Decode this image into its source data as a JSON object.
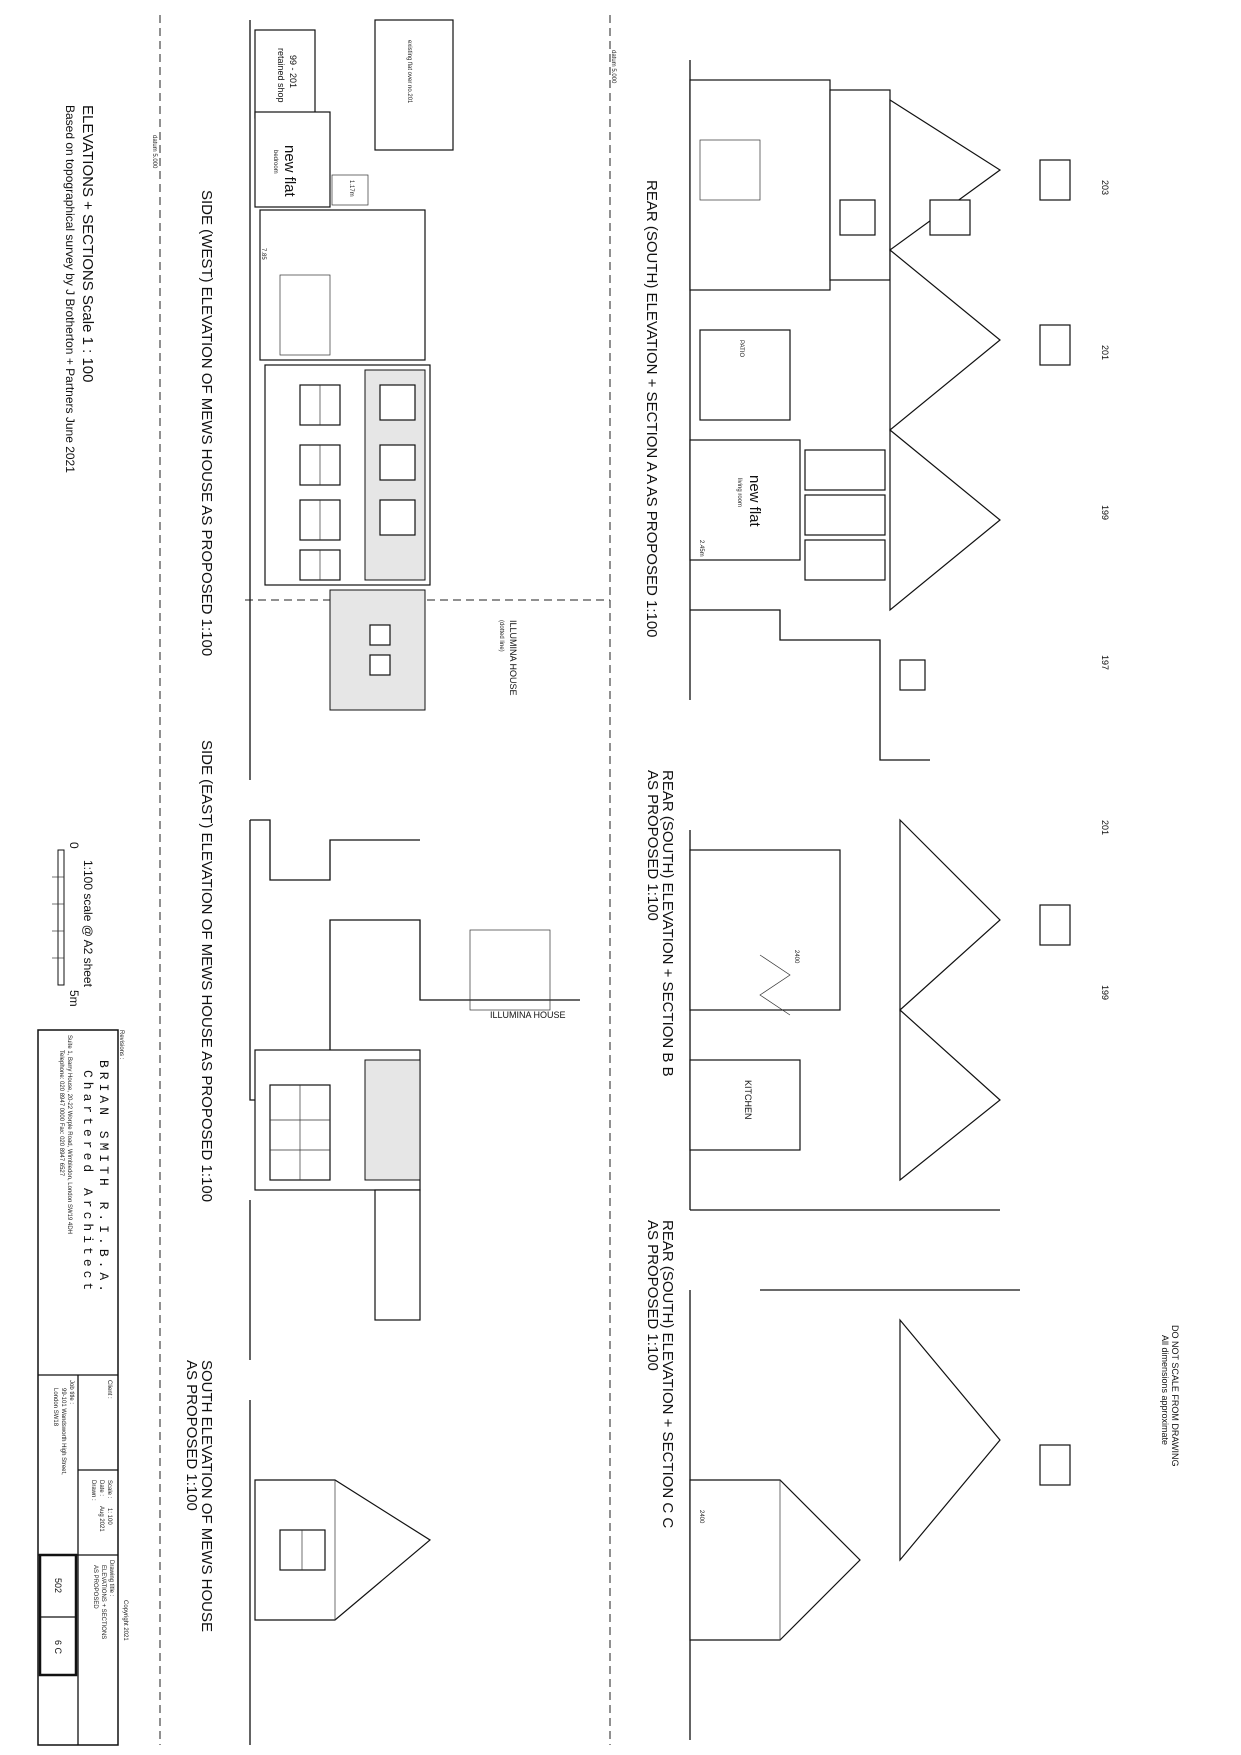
{
  "sheet": {
    "heading": "ELEVATIONS + SECTIONS  Scale 1 : 100",
    "survey_note": "Based on topographical survey by J Brotherton + Partners June 2021",
    "datum_label": "datum 5.000",
    "warning_line1": "DO NOT SCALE FROM DRAWING",
    "warning_line2": "All dimensions approximate"
  },
  "views": {
    "side_west": "SIDE (WEST) ELEVATION OF MEWS HOUSE  AS PROPOSED   1:100",
    "side_east": "SIDE (EAST) ELEVATION OF MEWS HOUSE  AS PROPOSED   1:100",
    "south_mews_line1": "SOUTH ELEVATION OF MEWS HOUSE",
    "south_mews_line2": "AS PROPOSED   1:100",
    "rear_aa": "REAR (SOUTH) ELEVATION + SECTION A A  AS PROPOSED   1:100",
    "rear_bb_line1": "REAR (SOUTH) ELEVATION + SECTION B B",
    "rear_bb_line2": "AS PROPOSED   1:100",
    "rear_cc_line1": "REAR (SOUTH) ELEVATION + SECTION C C",
    "rear_cc_line2": "AS PROPOSED   1:100"
  },
  "labels": {
    "illumina_house": "ILLUMINA HOUSE",
    "illumina_dotted": "(dotted line)",
    "retained_shop_1": "99 - 201",
    "retained_shop_2": "retained shop",
    "existing_flat": "existing flat over no.201",
    "new_flat": "new flat",
    "bedroom": "bedroom",
    "living_room": "living room",
    "kitchen": "KITCHEN",
    "patio": "PATIO",
    "dim_117": "1.17m",
    "dim_245": "2.45m",
    "dim_2400a": "2400",
    "dim_2400b": "2400",
    "dim_785": "7.85"
  },
  "house_numbers": [
    "203",
    "201",
    "199",
    "197",
    "201",
    "199"
  ],
  "scale_bar": {
    "zero": "0",
    "end": "5m",
    "caption": "1:100 scale @ A2 sheet"
  },
  "title_block": {
    "revisions_label": "Revisions :",
    "architect_name": "BRIAN SMITH R.I.B.A.",
    "architect_title": "Chartered Architect",
    "address": "Suite 1, Barry House, 20-22 Worple Road, Wimbledon, London SW19 4DH",
    "phone": "Telephone: 020 8947 0000   Fax: 020 8947 6527",
    "client_label": "Client :",
    "job_title_label": "Job title :",
    "job_title_line1": "99-101 Wandsworth High Street,",
    "job_title_line2": "London SW18",
    "scale_label": "Scale :",
    "scale_value": "1: 100",
    "date_label": "Date :",
    "date_value": "Aug 2021",
    "drawn_label": "Drawn :",
    "drawing_title_label": "Drawing title :",
    "drawing_title_line1": "ELEVATIONS + SECTIONS",
    "drawing_title_line2": "AS PROPOSED",
    "copyright": "Copyright  2021",
    "job_number": "502",
    "drawing_number": "6 C"
  }
}
